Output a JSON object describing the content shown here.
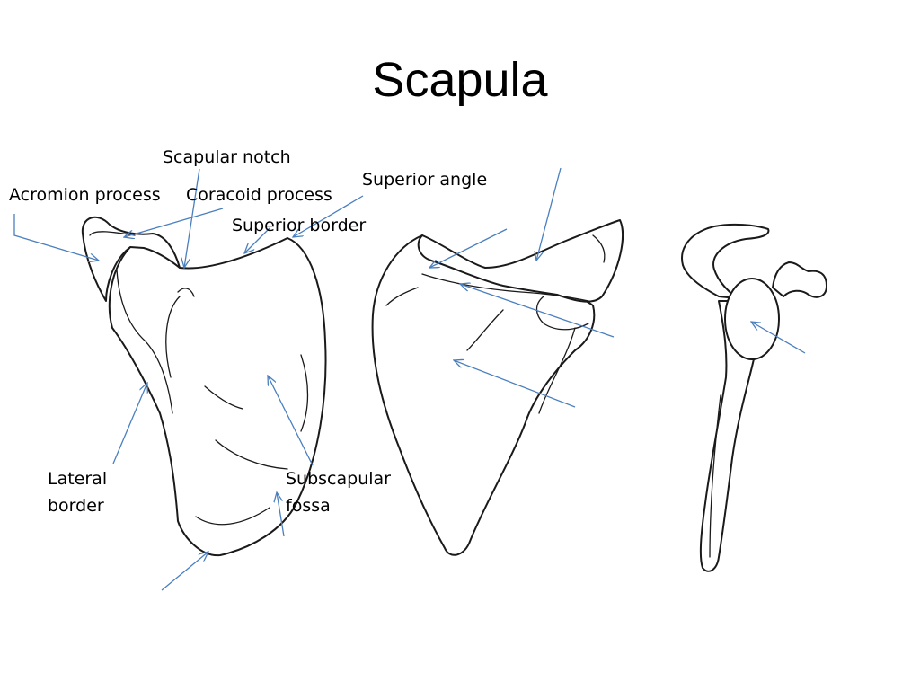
{
  "title": "Scapula",
  "labels": {
    "scapular_notch": "Scapular notch",
    "acromion_process": "Acromion process",
    "coracoid_process": "Coracoid process",
    "superior_angle": "Superior angle",
    "superior_border": "Superior border",
    "lateral_border_line1": "Lateral",
    "lateral_border_line2": "border",
    "subscapular_fossa_line1": "Subscapular",
    "subscapular_fossa_line2": "fossa"
  },
  "colors": {
    "arrow": "#4a7fbf",
    "outline": "#1a1a1a"
  }
}
